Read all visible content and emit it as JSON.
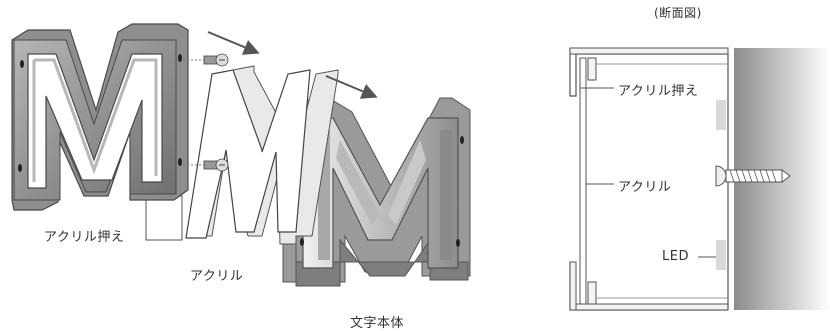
{
  "exploded_view": {
    "labels": {
      "acrylic_retainer": "アクリル押え",
      "acrylic": "アクリル",
      "letter_body": "文字本体"
    }
  },
  "section_view": {
    "title": "(断面図)",
    "labels": {
      "acrylic_retainer": "アクリル押え",
      "acrylic": "アクリル",
      "led": "LED"
    }
  },
  "colors": {
    "frame_dark": "#6f6f6f",
    "frame_mid": "#9a9a9a",
    "frame_light": "#d6d6d6",
    "arrow": "#555555",
    "wall_dark": "#8c8c8c",
    "wall_light": "#ffffff",
    "led": "#d9d9d9"
  }
}
